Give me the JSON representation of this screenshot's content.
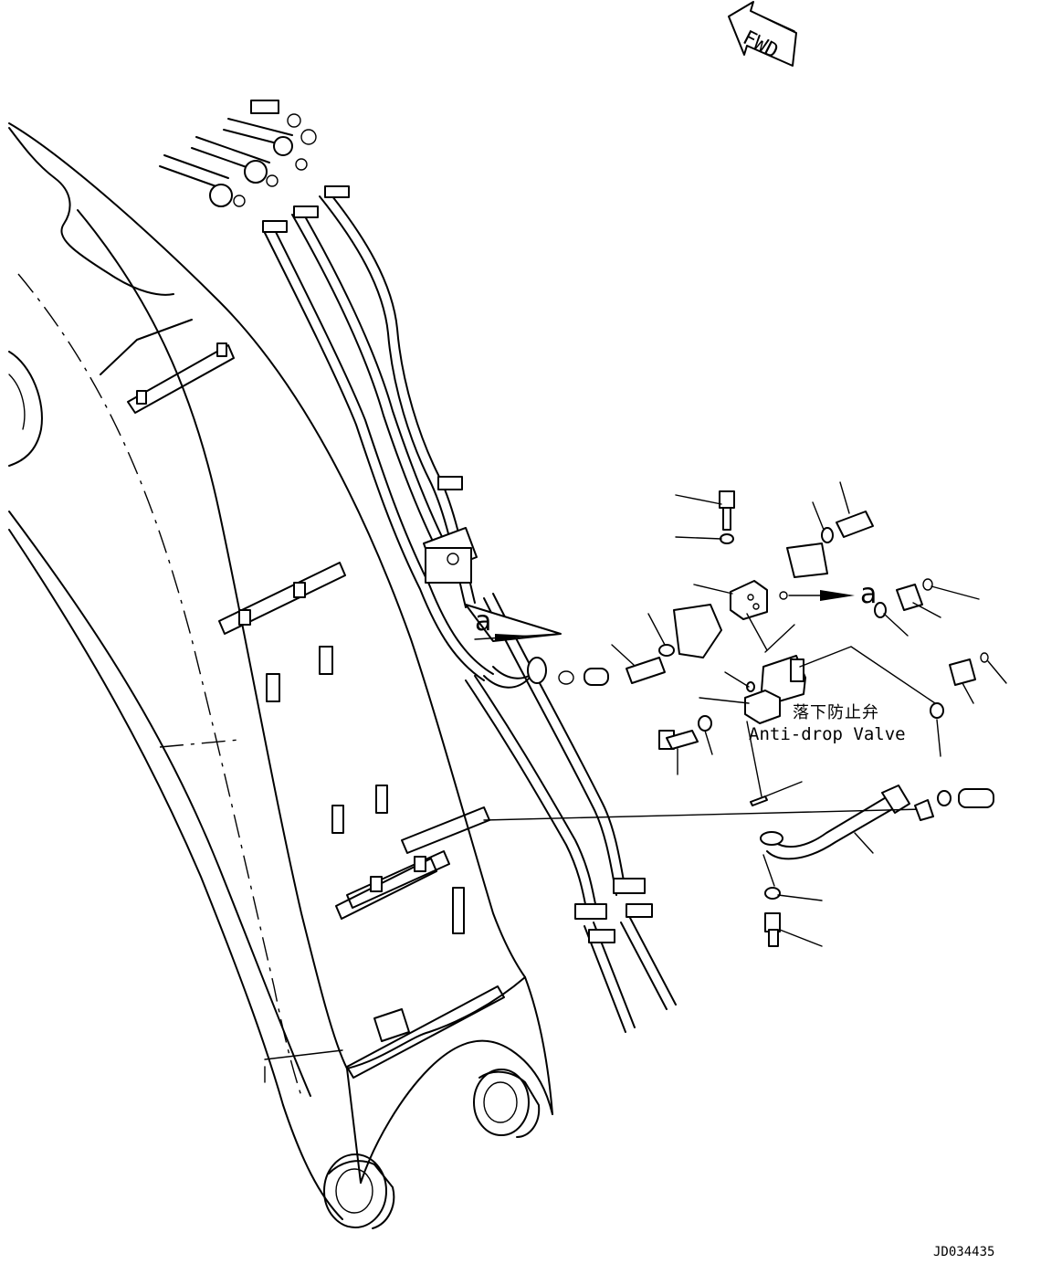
{
  "labels": {
    "fwd": "FWD",
    "ref_a_left": "a",
    "ref_a_right": "a",
    "valve_jp": "落下防止弁",
    "valve_en": "Anti-drop Valve",
    "drawing_id": "JD034435"
  }
}
